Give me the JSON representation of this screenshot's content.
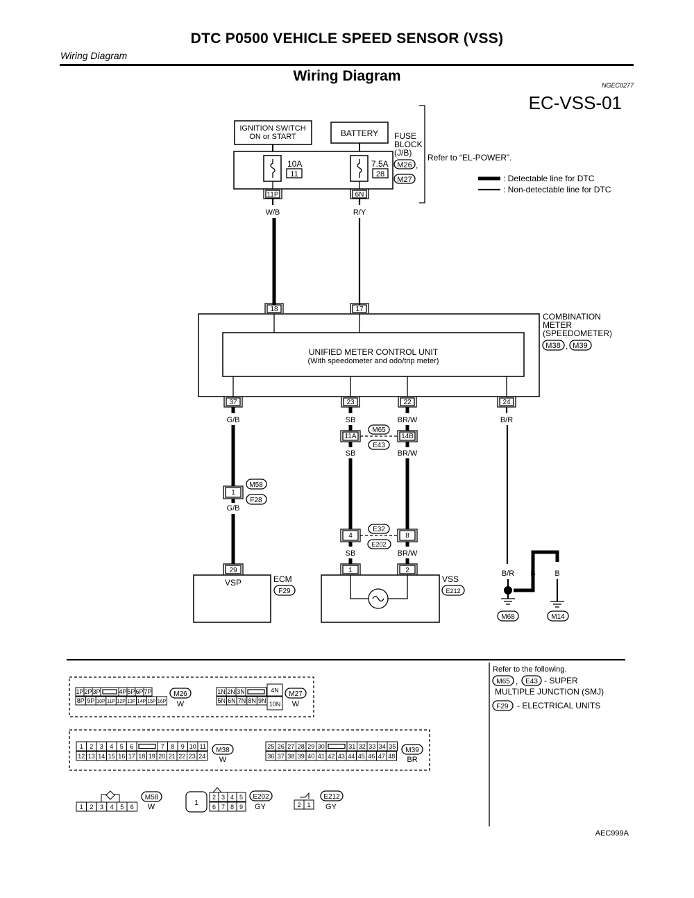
{
  "header": {
    "title": "DTC P0500 VEHICLE SPEED SENSOR (VSS)",
    "section": "Wiring Diagram"
  },
  "diagram": {
    "title": "Wiring Diagram",
    "ref_code": "NGEC0277",
    "code": "EC-VSS-01",
    "image_code": "AEC999A"
  },
  "power": {
    "ignition_line1": "IGNITION SWITCH",
    "ignition_line2": "ON or START",
    "battery": "BATTERY",
    "fuse_block_line1": "FUSE",
    "fuse_block_line2": "BLOCK",
    "fuse_block_line3": "(J/B)",
    "fuse1_rating": "10A",
    "fuse1_num": "11",
    "fuse2_rating": "7.5A",
    "fuse2_num": "28",
    "conn_m26": "M26",
    "conn_m27": "M27",
    "comma": ",",
    "refer_power": "Refer to “EL-POWER”.",
    "pin_11p": "11P",
    "pin_6n": "6N"
  },
  "legend": {
    "detectable": ": Detectable line for DTC",
    "non_detectable": ": Non-detectable line for DTC"
  },
  "wires": {
    "wb": "W/B",
    "ry": "R/Y",
    "gb": "G/B",
    "sb": "SB",
    "brw": "BR/W",
    "br": "B/R",
    "b": "B"
  },
  "meter": {
    "pin18": "18",
    "pin17": "17",
    "name_line1": "COMBINATION",
    "name_line2": "METER",
    "name_line3": "(SPEEDOMETER)",
    "conn_m38": "M38",
    "conn_m39": "M39",
    "unit_line1": "UNIFIED METER CONTROL UNIT",
    "unit_line2": "(With speedometer and odo/trip meter)",
    "pin37": "37",
    "pin23": "23",
    "pin22": "22",
    "pin24": "24"
  },
  "junctions": {
    "pin11a": "11A",
    "pin14b": "14B",
    "conn_m65": "M65",
    "conn_e43": "E43",
    "pin1_m58": "1",
    "conn_m58": "M58",
    "conn_f28": "F28",
    "pin4": "4",
    "pin8": "8",
    "conn_e32": "E32",
    "conn_e202": "E202"
  },
  "ecm": {
    "pin": "29",
    "label": "VSP",
    "name": "ECM",
    "conn": "F29"
  },
  "vss": {
    "pin1": "1",
    "pin2": "2",
    "name": "VSS",
    "conn": "E212"
  },
  "grounds": {
    "m68": "M68",
    "m14": "M14"
  },
  "refer": {
    "title": "Refer to the following.",
    "conn_m65": "M65",
    "conn_e43": "E43",
    "smj_line1": "- SUPER",
    "smj_line2": "MULTIPLE JUNCTION (SMJ)",
    "conn_f29": "F29",
    "elec": "- ELECTRICAL UNITS"
  },
  "connectors": {
    "m26": {
      "name": "M26",
      "color": "W",
      "row1": [
        "1P",
        "2P",
        "3P",
        "",
        "4P",
        "5P",
        "6P",
        "7P"
      ],
      "row2": [
        "8P",
        "9P",
        "10P",
        "11P",
        "12P",
        "13P",
        "14P",
        "15P",
        "16P"
      ]
    },
    "m27": {
      "name": "M27",
      "color": "W",
      "row1": [
        "1N",
        "2N",
        "3N",
        "",
        "4N"
      ],
      "row2": [
        "5N",
        "6N",
        "7N",
        "8N",
        "9N",
        "10N"
      ]
    },
    "m38": {
      "name": "M38",
      "color": "W",
      "row1": [
        "1",
        "2",
        "3",
        "4",
        "5",
        "6",
        "",
        "7",
        "8",
        "9",
        "10",
        "11"
      ],
      "row2": [
        "12",
        "13",
        "14",
        "15",
        "16",
        "17",
        "18",
        "19",
        "20",
        "21",
        "22",
        "23",
        "24"
      ]
    },
    "m39": {
      "name": "M39",
      "color": "BR",
      "row1": [
        "25",
        "26",
        "27",
        "28",
        "29",
        "30",
        "",
        "31",
        "32",
        "33",
        "34",
        "35"
      ],
      "row2": [
        "36",
        "37",
        "38",
        "39",
        "40",
        "41",
        "42",
        "43",
        "44",
        "45",
        "46",
        "47",
        "48"
      ]
    },
    "m58": {
      "name": "M58",
      "color": "W",
      "pins": [
        "1",
        "2",
        "3",
        "4",
        "5",
        "6"
      ]
    },
    "e202": {
      "name": "E202",
      "color": "GY",
      "big": "1",
      "row1": [
        "2",
        "3",
        "4",
        "5"
      ],
      "row2": [
        "6",
        "7",
        "8",
        "9"
      ]
    },
    "e212": {
      "name": "E212",
      "color": "GY",
      "pins": [
        "2",
        "1"
      ]
    }
  }
}
